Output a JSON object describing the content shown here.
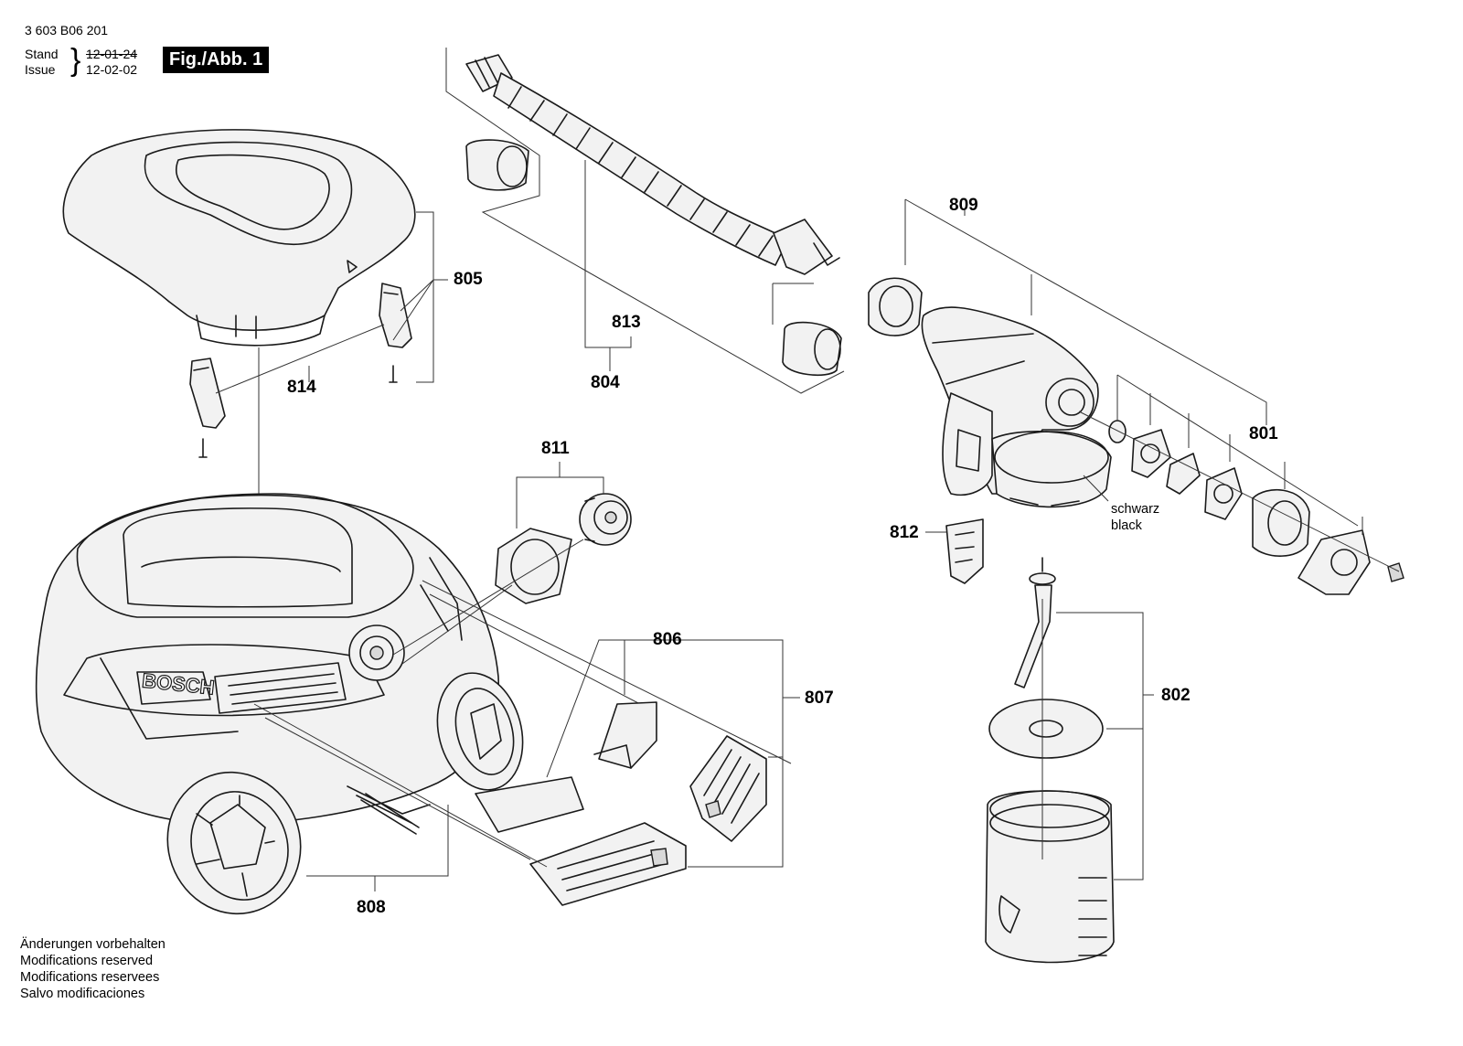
{
  "header": {
    "code": "3 603 B06 201",
    "stand_label": "Stand",
    "issue_label": "Issue",
    "brace": "}",
    "stand_date": "12-01-24",
    "issue_date": "12-02-02",
    "figure": "Fig./Abb. 1"
  },
  "parts": {
    "p801": "801",
    "p802": "802",
    "p804": "804",
    "p805": "805",
    "p806": "806",
    "p807": "807",
    "p808": "808",
    "p809": "809",
    "p811": "811",
    "p812": "812",
    "p813": "813",
    "p814": "814"
  },
  "color_note": {
    "de": "schwarz",
    "en": "black"
  },
  "brand": "BOSCH",
  "footer": [
    "Änderungen vorbehalten",
    "Modifications reserved",
    "Modifications reservees",
    "Salvo modificaciones"
  ]
}
